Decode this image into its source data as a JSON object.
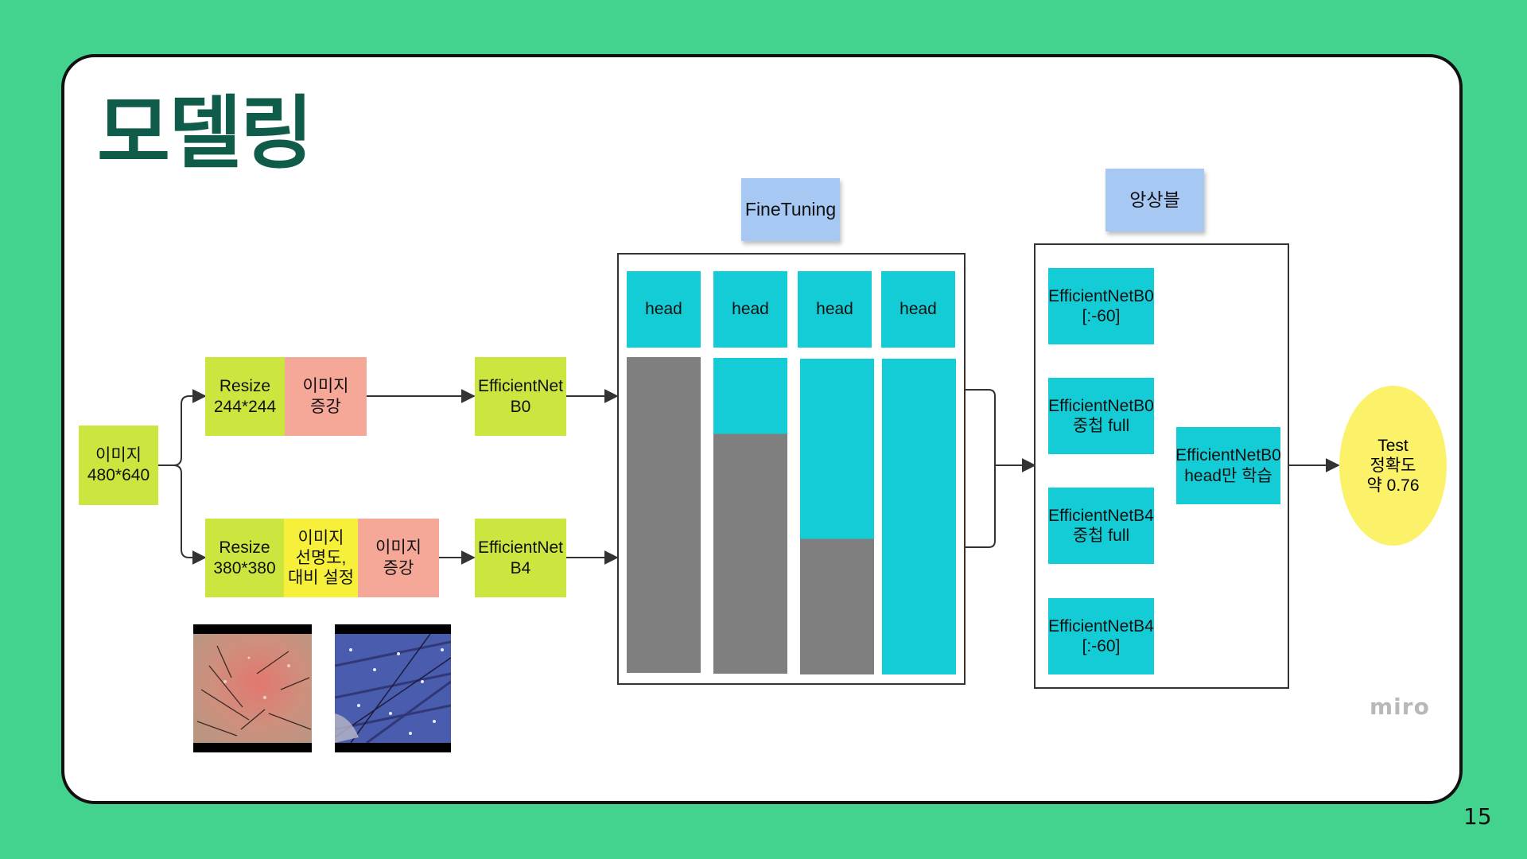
{
  "slide": {
    "title": "모델링",
    "page_number": "15",
    "watermark": "miro",
    "colors": {
      "background": "#43d38f",
      "title": "#0f5c4b",
      "lime": "#cde53f",
      "pink": "#f6a898",
      "yellow": "#f7f03a",
      "cyan": "#13ccd6",
      "note": "#a6c8f2",
      "oval": "#fbf26a",
      "gray": "#7f7f7f"
    }
  },
  "diagram": {
    "input": "이미지\n480*640",
    "branch_b0": {
      "resize": "Resize\n244*244",
      "augment": "이미지\n증강",
      "model": "EfficientNet\nB0"
    },
    "branch_b4": {
      "resize": "Resize\n380*380",
      "sharpness": "이미지\n선명도,\n대비 설정",
      "augment": "이미지\n증강",
      "model": "EfficientNet\nB4"
    },
    "finetuning": {
      "label": "FineTuning",
      "heads": [
        "head",
        "head",
        "head",
        "head"
      ],
      "trainable_fractions": [
        0,
        0.24,
        0.57,
        1.0
      ]
    },
    "ensemble": {
      "label": "앙상블",
      "models": [
        "EfficientNetB0\n[:-60]",
        "EfficientNetB0\n중첩 full",
        "EfficientNetB4\n중첩 full",
        "EfficientNetB4\n[:-60]"
      ],
      "combiner": "EfficientNetB0\nhead만 학습"
    },
    "result": "Test\n정확도\n약 0.76",
    "sample_images": [
      "scalp-image-1",
      "scalp-image-2"
    ]
  }
}
